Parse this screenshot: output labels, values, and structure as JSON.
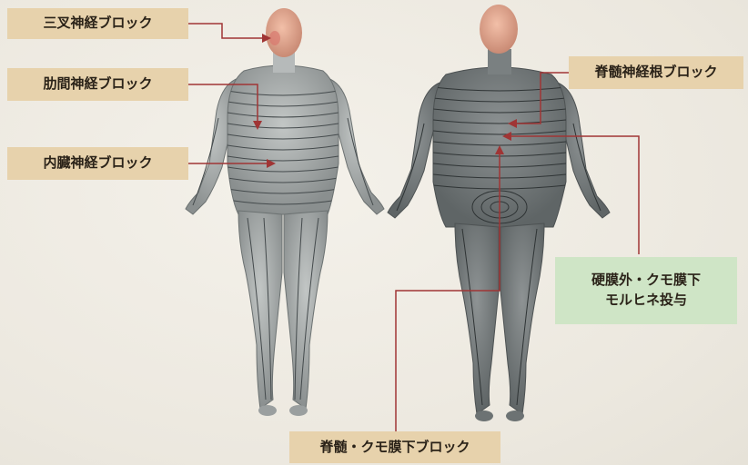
{
  "labels": {
    "trigeminal": "三叉神経ブロック",
    "intercostal": "肋間神経ブロック",
    "visceral": "内臓神経ブロック",
    "spinal_root": "脊髄神経根ブロック",
    "epidural_line1": "硬膜外・クモ膜下",
    "epidural_line2": "モルヒネ投与",
    "subarachnoid": "脊髄・クモ膜下ブロック"
  },
  "colors": {
    "label_tan": "#e7d2ac",
    "label_green": "#cfe5c6",
    "pointer_line": "#a03535",
    "body_fill": "#a2a6a5",
    "dermatome_line": "#444a4c"
  }
}
